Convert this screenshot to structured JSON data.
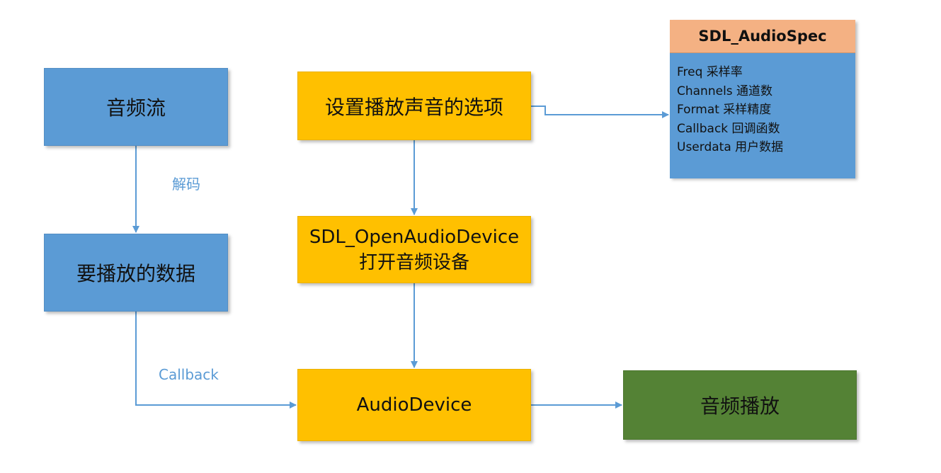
{
  "nodes": {
    "audio_stream": "音频流",
    "play_data": "要播放的数据",
    "set_options": "设置播放声音的选项",
    "open_device": {
      "line1": "SDL_OpenAudioDevice",
      "line2": "打开音频设备"
    },
    "audio_device": "AudioDevice",
    "playback": "音频播放"
  },
  "spec": {
    "title": "SDL_AudioSpec",
    "fields": [
      "Freq 采样率",
      "Channels 通道数",
      "Format 采样精度",
      "Callback 回调函数",
      "Userdata 用户数据"
    ]
  },
  "edge_labels": {
    "decode": "解码",
    "callback": "Callback"
  },
  "colors": {
    "blue": "#5b9bd5",
    "gold": "#ffc000",
    "green": "#548235",
    "salmon": "#f4b183",
    "arrow": "#5b9bd5"
  }
}
